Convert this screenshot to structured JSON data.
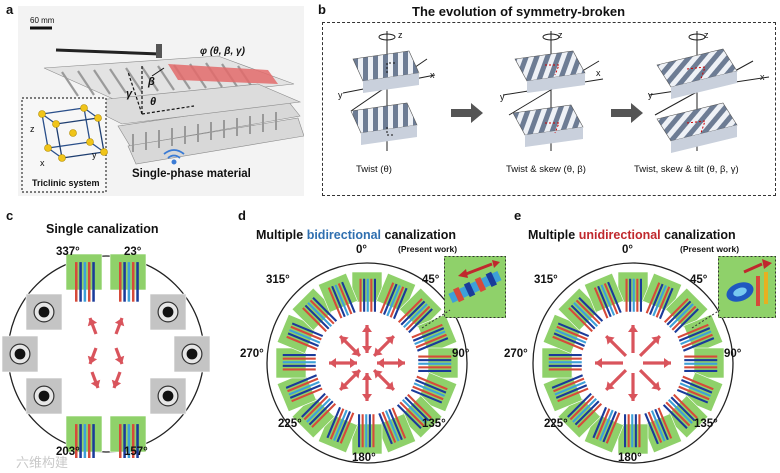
{
  "panel_a": {
    "letter": "a",
    "scale_label": "60 mm",
    "phi_label": "φ (θ, β, γ)",
    "angle_labels": [
      "β",
      "γ",
      "θ"
    ],
    "inset_label": "Triclinic system",
    "axis_x": "x",
    "axis_y": "y",
    "axis_z": "z",
    "material_label": "Single-phase material"
  },
  "panel_b": {
    "letter": "b",
    "title": "The evolution of symmetry-broken",
    "stage_labels": [
      "Twist (θ)",
      "Twist & skew (θ, β)",
      "Twist, skew & tilt (θ, β, γ)"
    ],
    "axis_x": "x",
    "axis_y": "y",
    "axis_z": "z"
  },
  "panel_c": {
    "letter": "c",
    "title": "Single canalization",
    "angles": {
      "top_left": "337°",
      "top_right": "23°",
      "bottom_left": "203°",
      "bottom_right": "157°"
    }
  },
  "panel_d": {
    "letter": "d",
    "title_pre": "Multiple ",
    "title_highlight": "bidirectional",
    "title_post": " canalization",
    "note": "(Present work)",
    "highlight_color": "#2f6fb0",
    "angles": {
      "a0": "0°",
      "a45": "45°",
      "a90": "90°",
      "a135": "135°",
      "a180": "180°",
      "a225": "225°",
      "a270": "270°",
      "a315": "315°"
    }
  },
  "panel_e": {
    "letter": "e",
    "title_pre": "Multiple ",
    "title_highlight": "unidirectional",
    "title_post": " canalization",
    "note": "(Present work)",
    "highlight_color": "#c0282d",
    "angles": {
      "a0": "0°",
      "a45": "45°",
      "a90": "90°",
      "a135": "135°",
      "a180": "180°",
      "a225": "225°",
      "a270": "270°",
      "a315": "315°"
    }
  },
  "watermark": "六维构建",
  "colors": {
    "arrow": "#d9545c",
    "tile_green": "#8fd16a",
    "tile_gray": "#bdbdbd"
  }
}
